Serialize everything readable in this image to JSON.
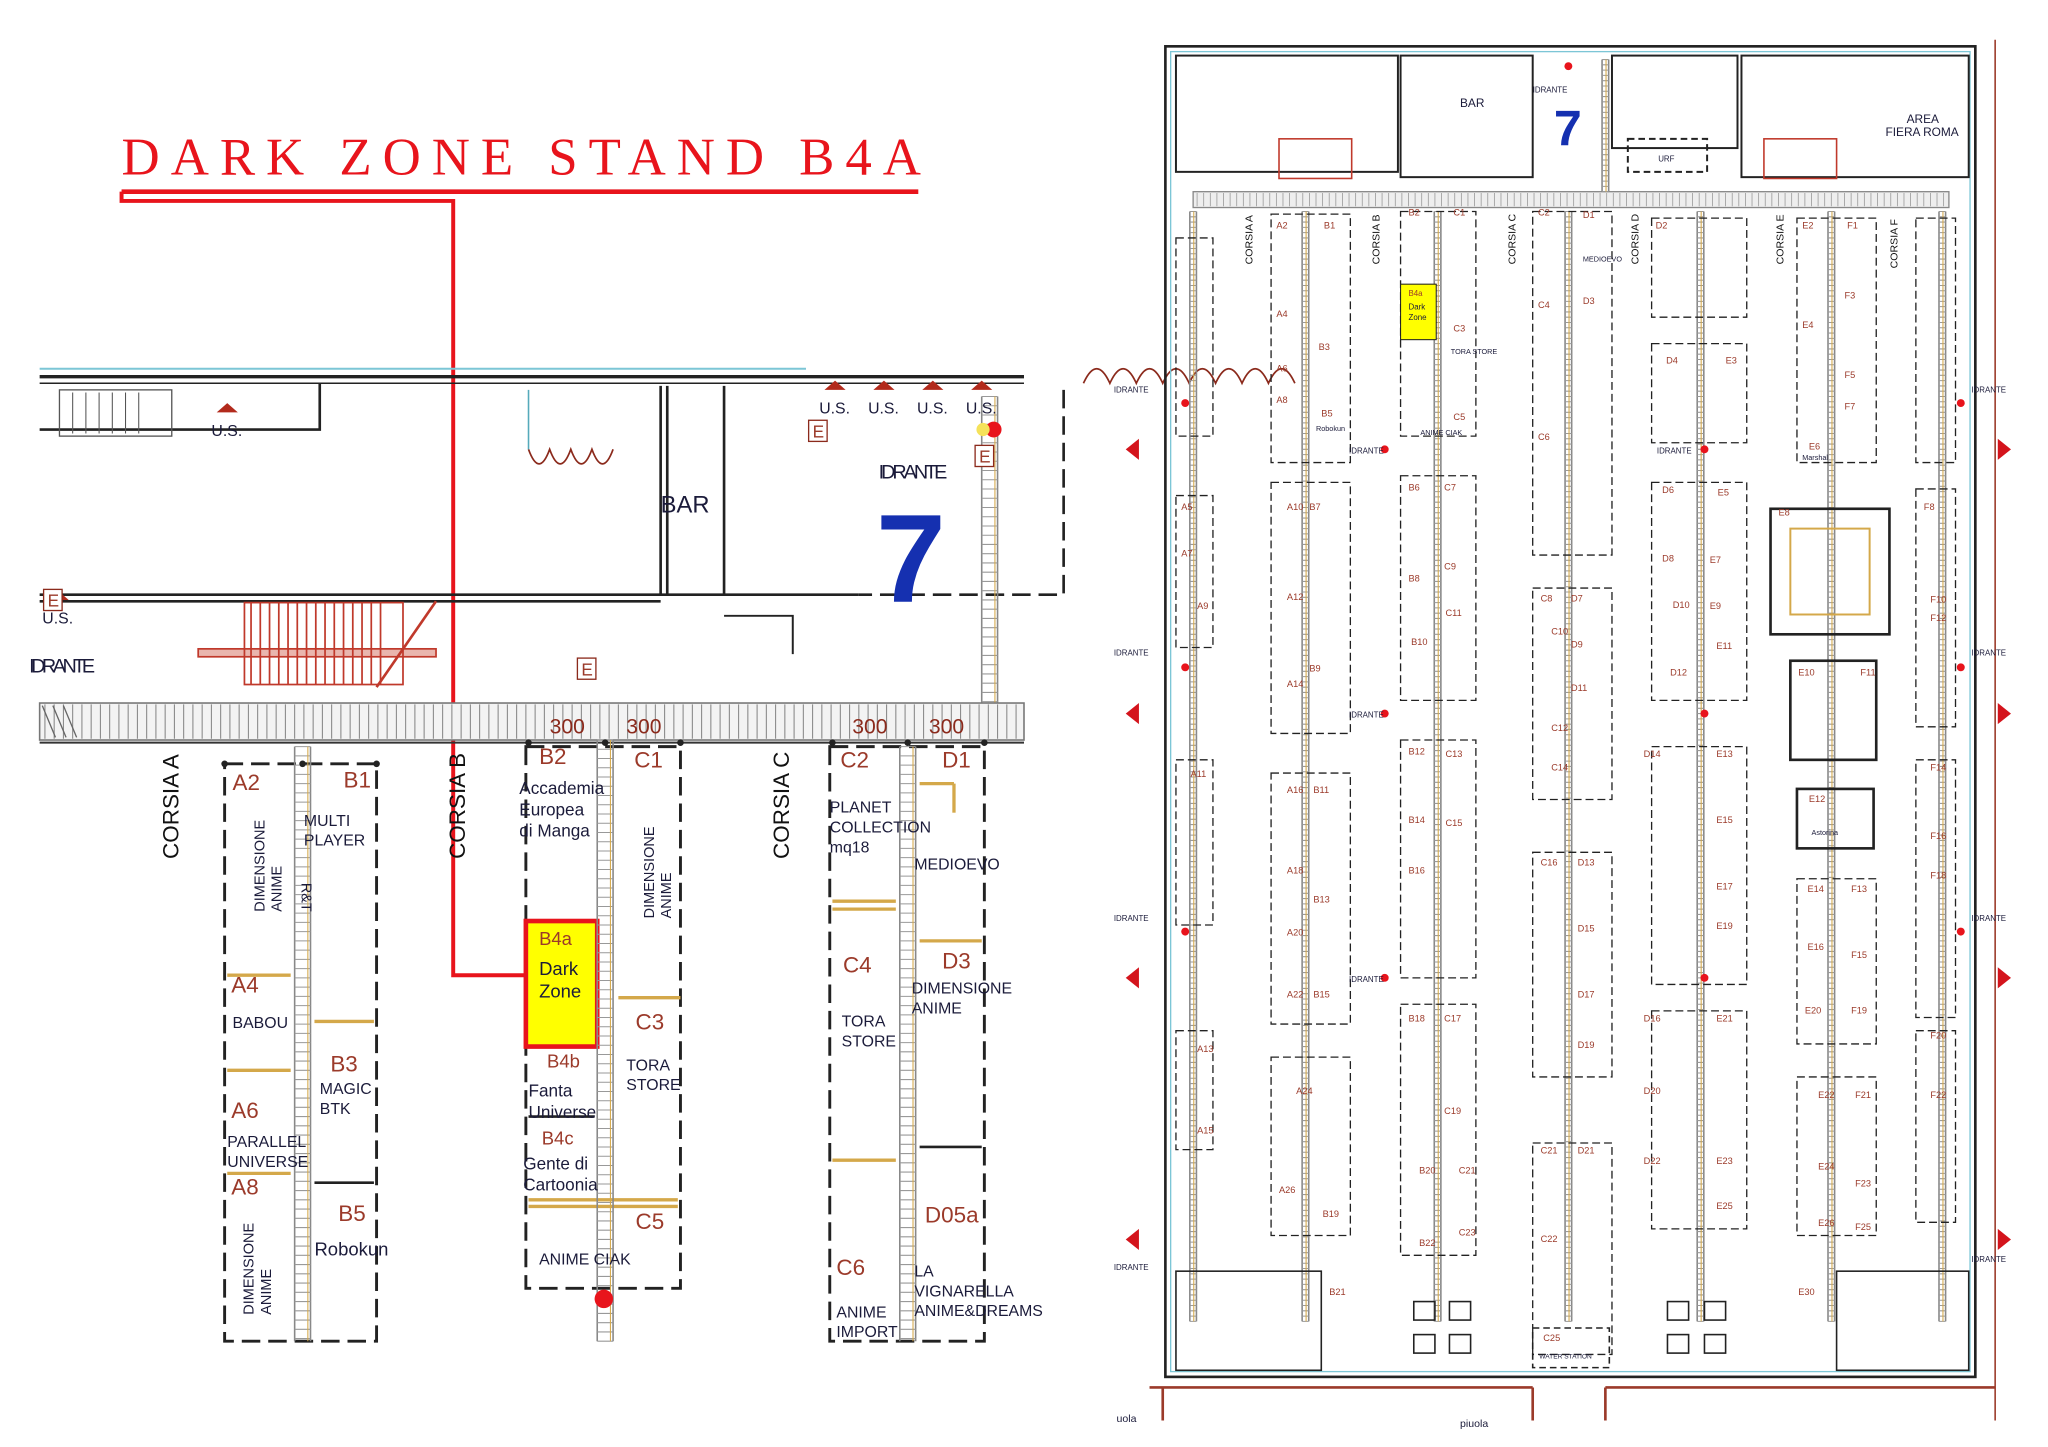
{
  "title": "DARK ZONE STAND B4A",
  "colors": {
    "highlight": "#e8141c",
    "stand_fill": "#ffff00",
    "hall_number": "#1530b0"
  },
  "detail": {
    "bar": "BAR",
    "hall_number": "7",
    "idrante": "IDRANTE",
    "idrante_left": "IDRANTE",
    "us_labels": [
      "U.S.",
      "U.S.",
      "U.S.",
      "U.S.",
      "U.S.",
      "U.S."
    ],
    "exit_labels": [
      "E",
      "E",
      "E",
      "E"
    ],
    "dimensions": [
      "300",
      "300",
      "300",
      "300"
    ],
    "corsie": [
      "CORSIA A",
      "CORSIA B",
      "CORSIA C"
    ],
    "rt_label": "R&T",
    "stands": [
      {
        "code": "A2",
        "name": [
          "DIMENSIONE",
          "ANIME"
        ]
      },
      {
        "code": "B1",
        "name": [
          "MULTI",
          "PLAYER"
        ]
      },
      {
        "code": "A4",
        "name": [
          "BABOU"
        ]
      },
      {
        "code": "B3",
        "name": [
          "MAGIC",
          "BTK"
        ]
      },
      {
        "code": "A6",
        "name": [
          "PARALLEL",
          "UNIVERSE"
        ]
      },
      {
        "code": "A8",
        "name": [
          "DIMENSIONE",
          "ANIME"
        ]
      },
      {
        "code": "B5",
        "name": [
          "Robokun"
        ]
      },
      {
        "code": "B2",
        "name": [
          "Accademia",
          "Europea",
          "di Manga"
        ]
      },
      {
        "code": "C1",
        "name": [
          "DIMENSIONE",
          "ANIME"
        ]
      },
      {
        "code": "B4a",
        "name": [
          "Dark",
          "Zone"
        ]
      },
      {
        "code": "C3",
        "name": [
          "TORA",
          "STORE"
        ]
      },
      {
        "code": "B4b",
        "name": [
          "Fanta",
          "Universe"
        ]
      },
      {
        "code": "B4c",
        "name": [
          "Gente di",
          "Cartoonia"
        ]
      },
      {
        "code": "C5",
        "name": [
          "ANIME CIAK"
        ]
      },
      {
        "code": "C2",
        "name": [
          "PLANET",
          "COLLECTION",
          "mq18"
        ]
      },
      {
        "code": "D1",
        "name": [
          "MEDIOEVO"
        ]
      },
      {
        "code": "C4",
        "name": [
          "TORA",
          "STORE"
        ]
      },
      {
        "code": "D3",
        "name": [
          "DIMENSIONE",
          "ANIME"
        ]
      },
      {
        "code": "D05a",
        "name": [
          "LA",
          "VIGNARELLA",
          "ANIME&DREAMS"
        ]
      },
      {
        "code": "C6",
        "name": [
          "ANIME",
          "IMPORT"
        ]
      }
    ]
  },
  "overview": {
    "bar": "BAR",
    "hall_number": "7",
    "area": [
      "AREA",
      "FIERA ROMA"
    ],
    "urf": "URF",
    "water_station": "WATER STATION",
    "dark_zone": [
      "B4a",
      "Dark",
      "Zone"
    ],
    "corsie": [
      "CORSIA A",
      "CORSIA B",
      "CORSIA C",
      "CORSIA D",
      "CORSIA E",
      "CORSIA F"
    ],
    "idrante": [
      "IDRANTE",
      "IDRANTE",
      "IDRANTE",
      "IDRANTE",
      "IDRANTE",
      "IDRANTE",
      "IDRANTE",
      "IDRANTE",
      "IDRANTE",
      "IDRANTE",
      "IDRANTE",
      "IDRANTE",
      "IDRANTE"
    ],
    "stands": [
      "A2",
      "B1",
      "A4",
      "B3",
      "A6",
      "A8",
      "B5",
      "B2",
      "C1",
      "C3",
      "C5",
      "C2",
      "D1",
      "C4",
      "D3",
      "C6",
      "D2",
      "E2",
      "F1",
      "E4",
      "F3",
      "F5",
      "F7",
      "E6",
      "D4",
      "E3",
      "A5",
      "A7",
      "A9",
      "A10",
      "B7",
      "A12",
      "B9",
      "A14",
      "B6",
      "C7",
      "B8",
      "C9",
      "C11",
      "B10",
      "C8",
      "D7",
      "C10",
      "D9",
      "D11",
      "C12",
      "C14",
      "D6",
      "E5",
      "D8",
      "E7",
      "D10",
      "E9",
      "E11",
      "D12",
      "E8",
      "E10",
      "F11",
      "E12",
      "F8",
      "F10",
      "F12",
      "F14",
      "F16",
      "F18",
      "A11",
      "A16",
      "B11",
      "A18",
      "B13",
      "A20",
      "A22",
      "B15",
      "B12",
      "C13",
      "B14",
      "C15",
      "B16",
      "C16",
      "D13",
      "D15",
      "D17",
      "D19",
      "D14",
      "E13",
      "E15",
      "E17",
      "E19",
      "E14",
      "F13",
      "E16",
      "F15",
      "E20",
      "F19",
      "A13",
      "A15",
      "A24",
      "A26",
      "B19",
      "B18",
      "C17",
      "C19",
      "B20",
      "C21",
      "B22",
      "C23",
      "C21",
      "D21",
      "C22",
      "D16",
      "E21",
      "D20",
      "D22",
      "E23",
      "E25",
      "E22",
      "F21",
      "E24",
      "F23",
      "E26",
      "F25",
      "F20",
      "F22",
      "B21",
      "E30",
      "C25"
    ],
    "names": [
      "Robokun",
      "ANIME CIAK",
      "Astorina",
      "Marshal",
      "TORA STORE",
      "MEDIOEVO"
    ],
    "bottom_labels": [
      "uola",
      "piuola"
    ]
  }
}
